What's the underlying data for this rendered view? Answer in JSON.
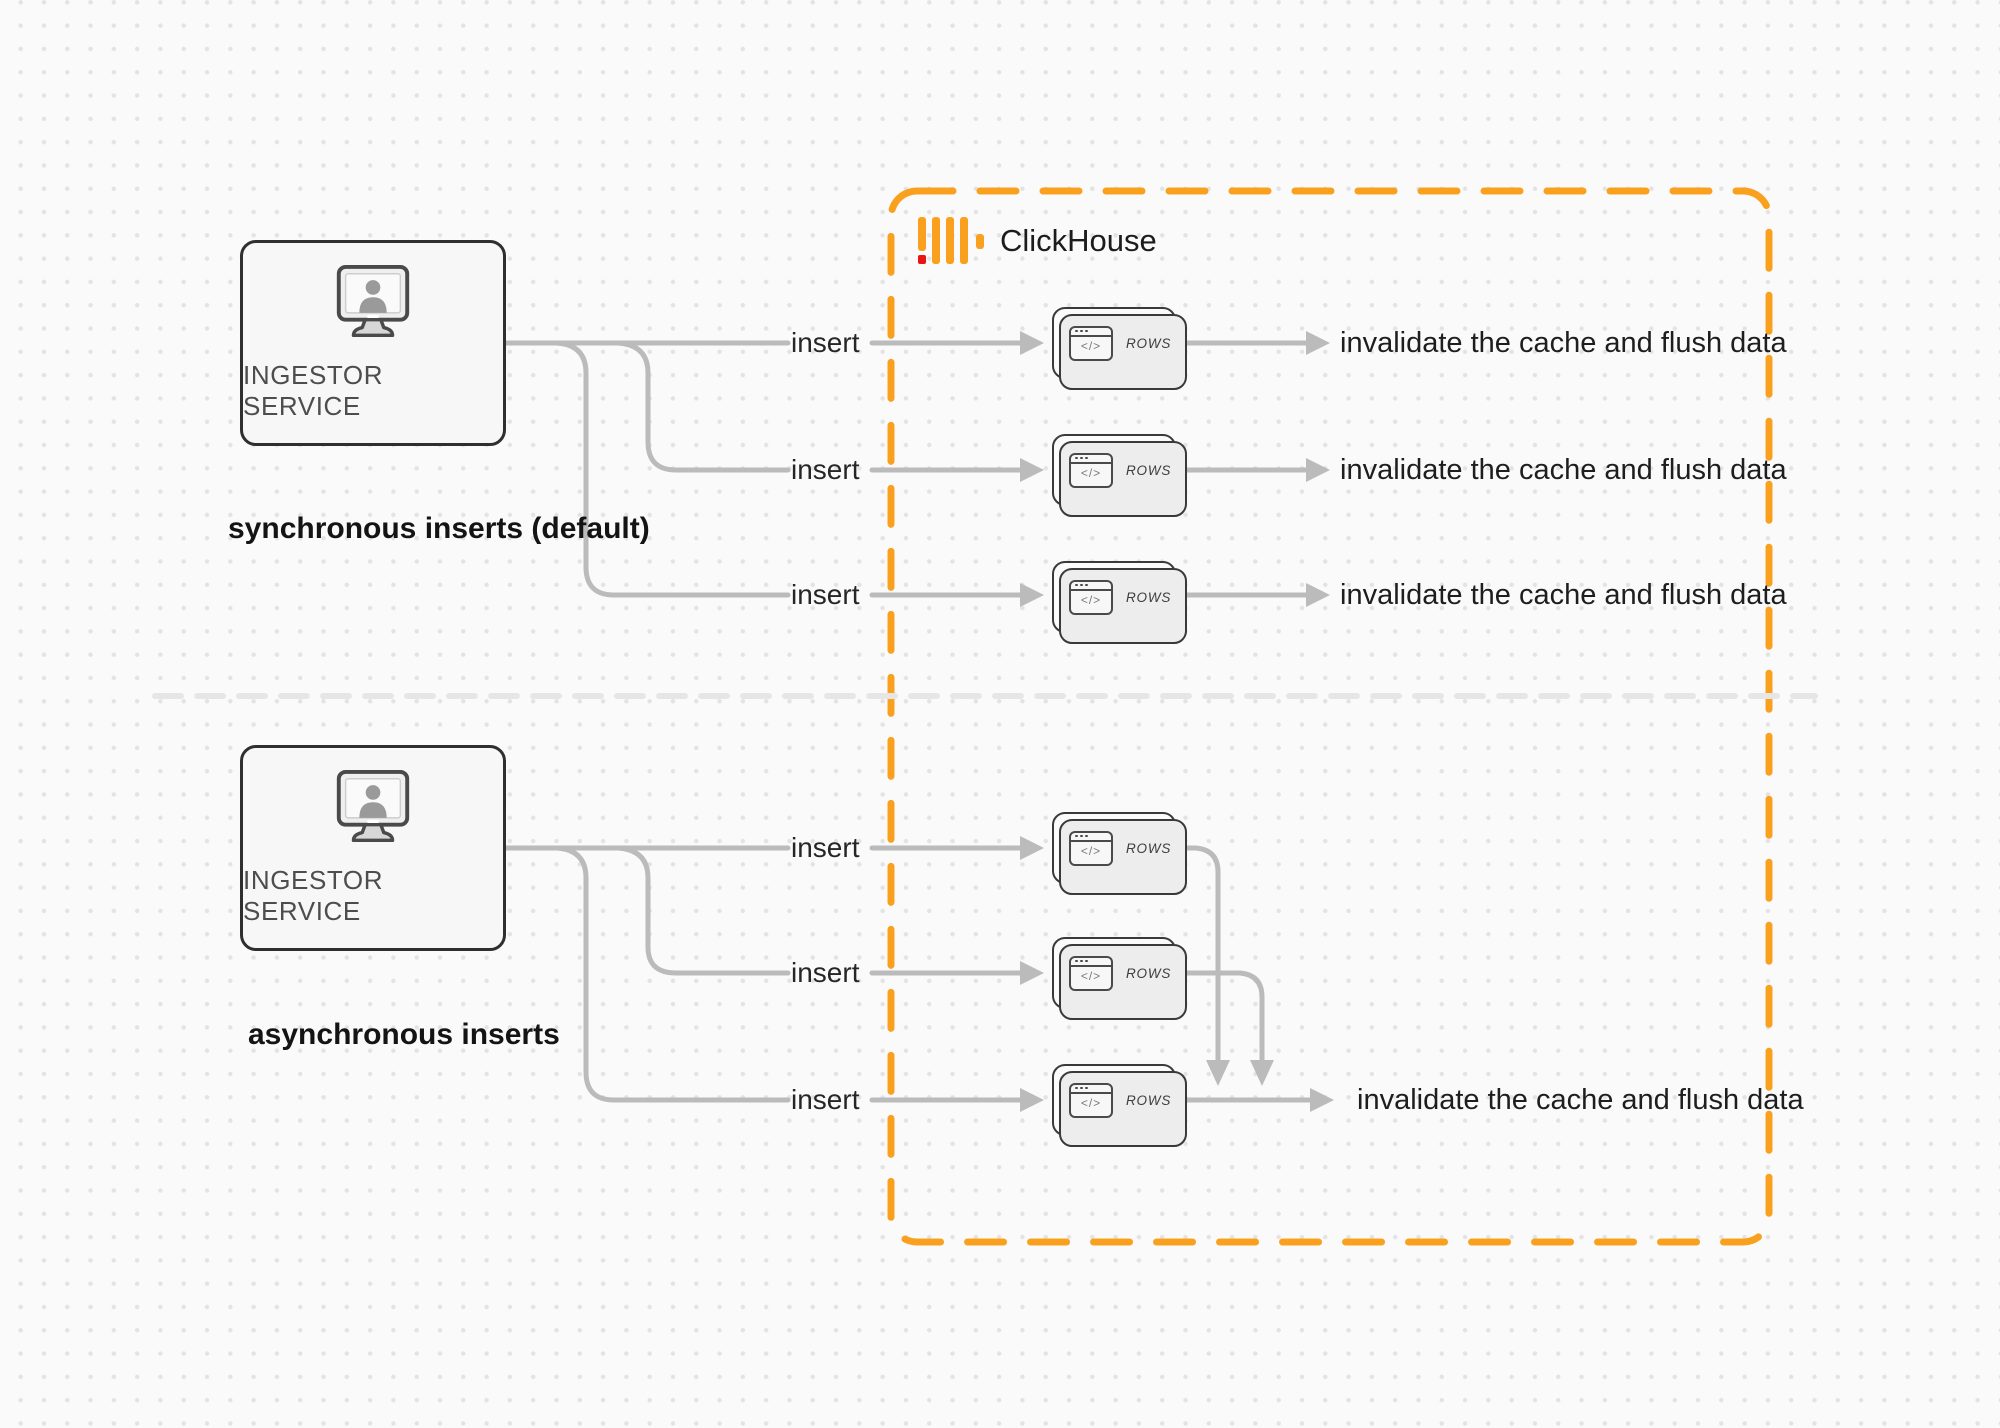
{
  "colors": {
    "background": "#FAFAFA",
    "grid_dot": "#E3E3E3",
    "connector": "#BBBBBB",
    "divider": "#E6E6E6",
    "accent_orange": "#F9A11F",
    "accent_red": "#EC1313",
    "box_border": "#2F2F2F",
    "box_fill": "#F7F7F7",
    "node_border": "#3A3A3A",
    "node_fill": "#FBFBFB",
    "node_stack_fill": "#EDEDED",
    "text_dark": "#1E1E1E",
    "text_muted": "#4D4D4D",
    "icon_gray": "#8F8F8F"
  },
  "clickhouse": {
    "brand": "ClickHouse"
  },
  "sections": {
    "sync": {
      "service_label": "INGESTOR SERVICE",
      "caption": "synchronous inserts (default)",
      "rows": [
        {
          "insert": "insert",
          "node": "ROWS",
          "result": "invalidate the cache and flush data"
        },
        {
          "insert": "insert",
          "node": "ROWS",
          "result": "invalidate the cache and flush data"
        },
        {
          "insert": "insert",
          "node": "ROWS",
          "result": "invalidate the cache and flush data"
        }
      ]
    },
    "async": {
      "service_label": "INGESTOR SERVICE",
      "caption": "asynchronous inserts",
      "rows": [
        {
          "insert": "insert",
          "node": "ROWS"
        },
        {
          "insert": "insert",
          "node": "ROWS"
        },
        {
          "insert": "insert",
          "node": "ROWS"
        }
      ],
      "result": "invalidate the cache and flush data"
    }
  },
  "node_icon": {
    "code_glyph": "</>"
  }
}
